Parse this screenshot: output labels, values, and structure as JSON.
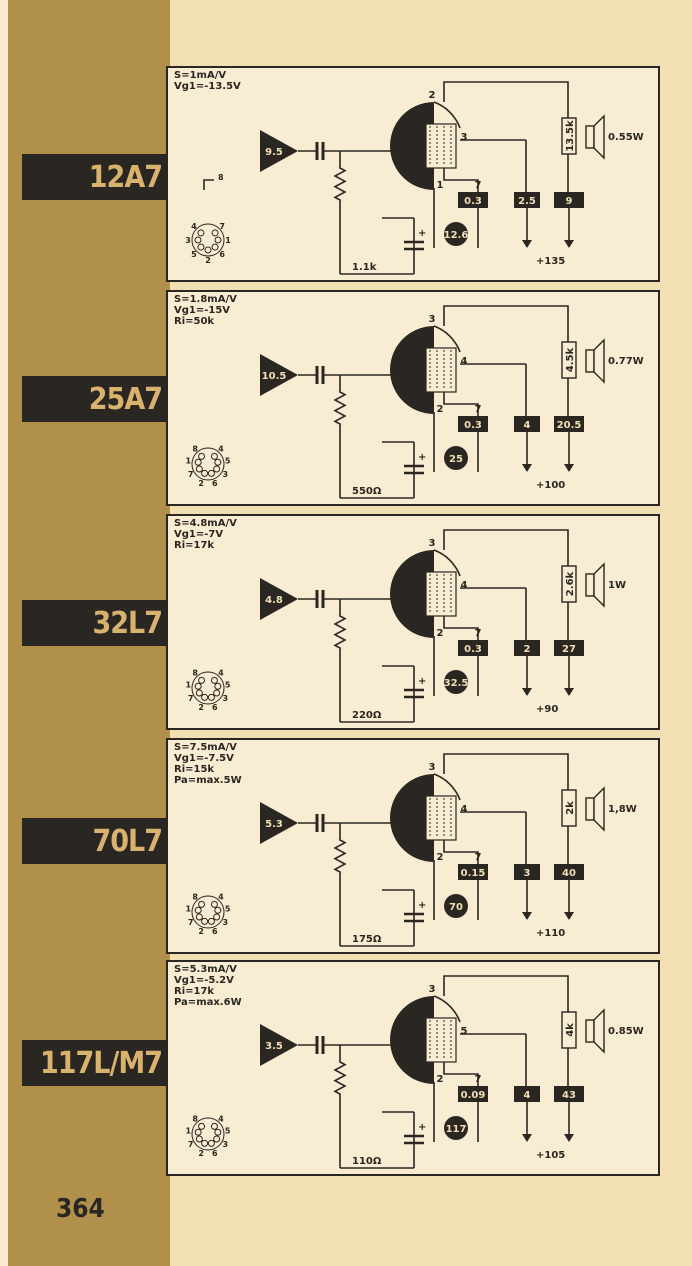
{
  "page_number": "364",
  "tubes": [
    {
      "name": "12A7",
      "specs": [
        "S=1mA/V",
        "Vg1=-13.5V"
      ],
      "input_voltage": "9.5",
      "pin_input": "8",
      "pin_anode": "2",
      "pin_screen": "3",
      "pin_cathode": "6",
      "pin_heater_a": "1",
      "pin_heater_b": "7",
      "cathode_resistor": "1.1k",
      "load_resistor": "13.5k",
      "power": "0.55W",
      "meter_heater": "0.3",
      "meter_screen": "2.5",
      "meter_anode": "9",
      "heater_voltage": "12.6",
      "supply": "+135",
      "base_pins": [
        "7",
        "1",
        "6",
        "2",
        "5",
        "3",
        "4"
      ],
      "extra_pin": "8"
    },
    {
      "name": "25A7",
      "specs": [
        "S=1.8mA/V",
        "Vg1=-15V",
        "Ri=50k"
      ],
      "input_voltage": "10.5",
      "pin_input": "5",
      "pin_anode": "3",
      "pin_screen": "4",
      "pin_cathode": "8",
      "pin_heater_a": "2",
      "pin_heater_b": "7",
      "cathode_resistor": "550Ω",
      "load_resistor": "4.5k",
      "power": "0.77W",
      "meter_heater": "0.3",
      "meter_screen": "4",
      "meter_anode": "20.5",
      "heater_voltage": "25",
      "supply": "+100",
      "base_pins": [
        "4",
        "5",
        "3",
        "6",
        "2",
        "7",
        "1",
        "8"
      ]
    },
    {
      "name": "32L7",
      "specs": [
        "S=4.8mA/V",
        "Vg1=-7V",
        "Ri=17k"
      ],
      "input_voltage": "4.8",
      "pin_input": "5",
      "pin_anode": "3",
      "pin_screen": "4",
      "pin_cathode": "8",
      "pin_heater_a": "2",
      "pin_heater_b": "7",
      "cathode_resistor": "220Ω",
      "load_resistor": "2.6k",
      "power": "1W",
      "meter_heater": "0.3",
      "meter_screen": "2",
      "meter_anode": "27",
      "heater_voltage": "32.5",
      "supply": "+90",
      "base_pins": [
        "4",
        "5",
        "3",
        "6",
        "2",
        "7",
        "1",
        "8"
      ]
    },
    {
      "name": "70L7",
      "specs": [
        "S=7.5mA/V",
        "Vg1=-7.5V",
        "Ri=15k",
        "Pa=max.5W"
      ],
      "input_voltage": "5.3",
      "pin_input": "5",
      "pin_anode": "3",
      "pin_screen": "4",
      "pin_cathode": "6",
      "pin_heater_a": "2",
      "pin_heater_b": "7",
      "cathode_resistor": "175Ω",
      "load_resistor": "2k",
      "power": "1,8W",
      "meter_heater": "0.15",
      "meter_screen": "3",
      "meter_anode": "40",
      "heater_voltage": "70",
      "supply": "+110",
      "base_pins": [
        "4",
        "5",
        "3",
        "6",
        "2",
        "7",
        "1",
        "8"
      ]
    },
    {
      "name": "117L/M7",
      "specs": [
        "S=5.3mA/V",
        "Vg1=-5.2V",
        "Ri=17k",
        "Pa=max.6W"
      ],
      "input_voltage": "3.5",
      "pin_input": "4",
      "pin_anode": "3",
      "pin_screen": "5",
      "pin_cathode": "8",
      "pin_heater_a": "2",
      "pin_heater_b": "7",
      "cathode_resistor": "110Ω",
      "load_resistor": "4k",
      "power": "0.85W",
      "meter_heater": "0.09",
      "meter_screen": "4",
      "meter_anode": "43",
      "heater_voltage": "117",
      "supply": "+105",
      "base_pins": [
        "4",
        "5",
        "3",
        "6",
        "2",
        "7",
        "1",
        "8"
      ]
    }
  ],
  "colors": {
    "paper": "#f3dfb4",
    "band": "#b0904a",
    "ink": "#2a2622",
    "label_text": "#d9b36e"
  },
  "icons": [
    "amplifier-triangle-icon",
    "capacitor-icon",
    "resistor-icon",
    "pentode-tube-icon",
    "speaker-icon",
    "ground-arrow-icon",
    "tube-base-pinout-icon"
  ]
}
